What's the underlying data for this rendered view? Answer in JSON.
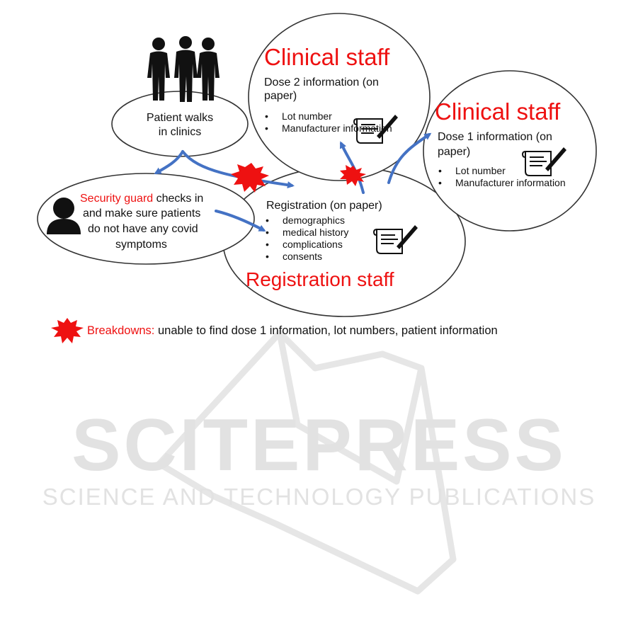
{
  "watermark": {
    "brand": "SCITEPRESS",
    "tagline": "SCIENCE AND TECHNOLOGY PUBLICATIONS"
  },
  "nodes": {
    "patient": {
      "text_line1": "Patient walks",
      "text_line2": "in clinics",
      "icon": "people-group-icon"
    },
    "security": {
      "highlight": "Security guard",
      "line1_rest": " checks in",
      "line2": "and make sure patients",
      "line3": "do not have any covid",
      "line4": "symptoms",
      "icon": "person-icon"
    },
    "registration": {
      "heading": "Registration (on paper)",
      "items": [
        "demographics",
        "medical history",
        "complications",
        "consents"
      ],
      "role": "Registration staff",
      "icon": "paper-scroll-quill-icon"
    },
    "clinical_dose2": {
      "role": "Clinical staff",
      "info_line1": "Dose 2 information (on",
      "info_line2": "paper)",
      "items": [
        "Lot number",
        "Manufacturer information"
      ],
      "icon": "paper-scroll-quill-icon"
    },
    "clinical_dose1": {
      "role": "Clinical staff",
      "info_line1": "Dose 1 information (on",
      "info_line2": "paper)",
      "items": [
        "Lot number",
        "Manufacturer information"
      ],
      "icon": "paper-scroll-quill-icon"
    }
  },
  "legend": {
    "label": "Breakdowns:",
    "description": " unable to find dose 1 information, lot numbers, patient information",
    "icon": "breakdown-burst-icon"
  },
  "colors": {
    "accent_red": "#ee1111",
    "arrow_blue": "#4472c4",
    "outline": "#333333",
    "watermark": "#dcdcdc"
  }
}
